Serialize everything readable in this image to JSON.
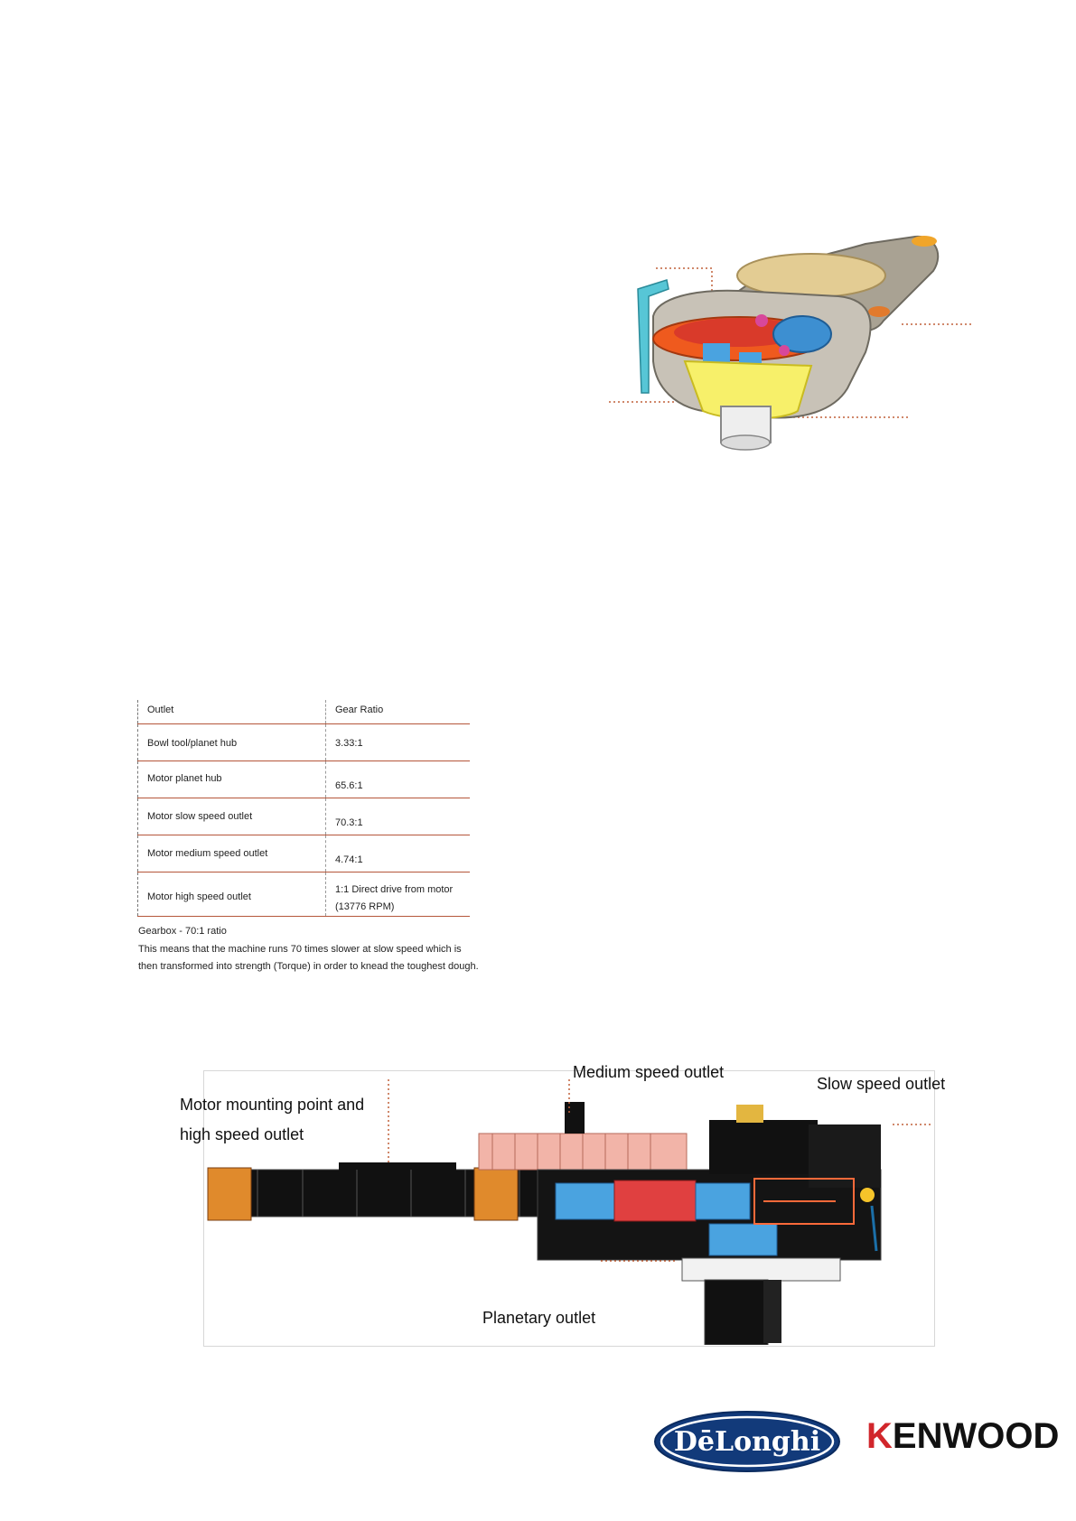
{
  "table": {
    "header": {
      "outlet": "Outlet",
      "ratio": "Gear Ratio"
    },
    "rows": [
      {
        "outlet": "Bowl tool/planet hub",
        "ratio": "3.33:1"
      },
      {
        "outlet": "Motor planet hub",
        "ratio": "65.6:1"
      },
      {
        "outlet": "Motor slow speed outlet",
        "ratio": "70.3:1"
      },
      {
        "outlet": "Motor medium speed outlet",
        "ratio": "4.74:1"
      },
      {
        "outlet": "Motor high speed outlet",
        "ratio": "1:1 Direct drive from motor",
        "ratio_line2": "(13776 RPM)"
      }
    ]
  },
  "note": {
    "heading": "Gearbox - 70:1 ratio",
    "line1": "This means that the machine runs 70 times slower at slow speed which is",
    "line2": "then transformed into strength (Torque) in order to knead the toughest dough."
  },
  "diagram": {
    "medium": "Medium speed outlet",
    "slow": "Slow speed outlet",
    "motor_line1": "Motor mounting point and",
    "motor_line2": "high speed outlet",
    "planetary": "Planetary outlet"
  },
  "logos": {
    "delonghi": "DēLonghi",
    "kenwood_k": "K",
    "kenwood_rest": "ENWOOD"
  },
  "colors": {
    "rule": "#b5563a",
    "leader": "#c0603a",
    "kenwood_red": "#d1262b",
    "delonghi_blue": "#123a7a"
  }
}
